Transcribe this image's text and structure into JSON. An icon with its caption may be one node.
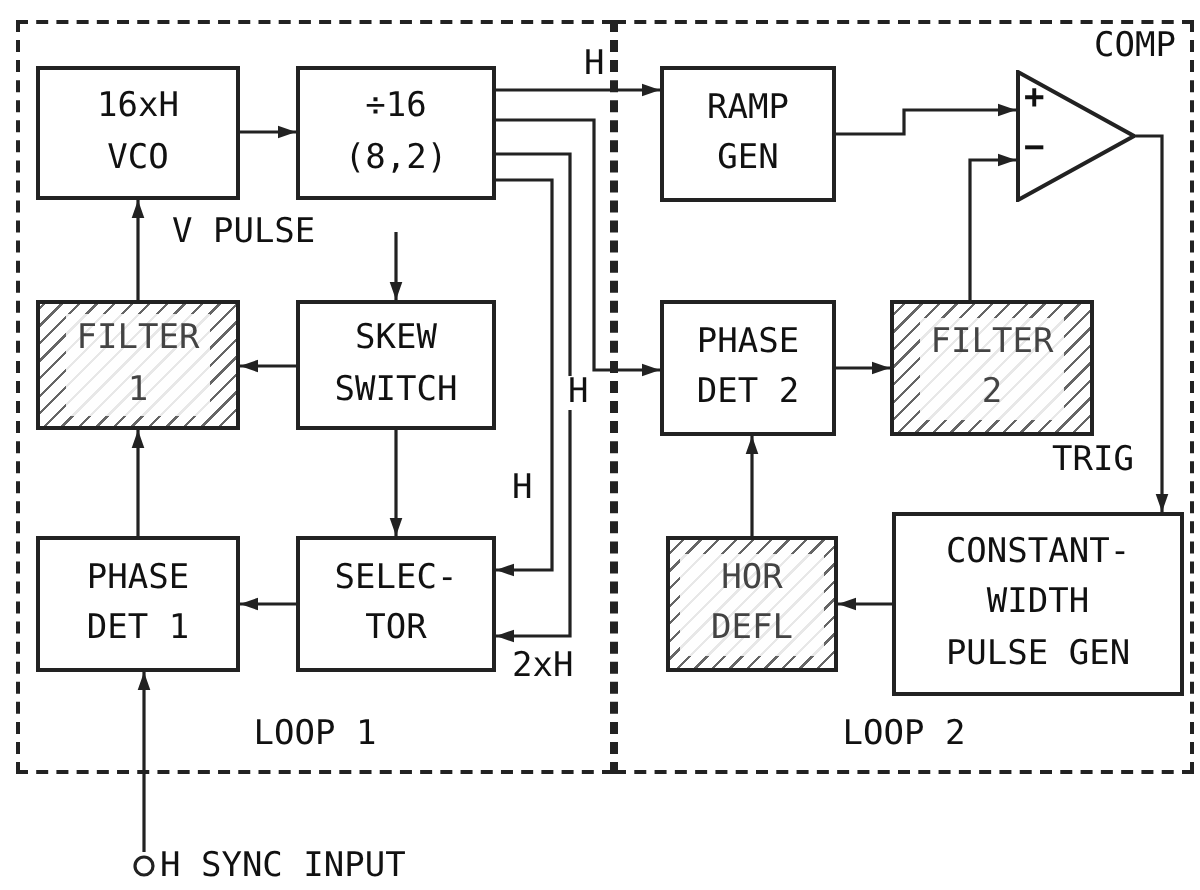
{
  "diagram": {
    "nodes": [
      {
        "text": [
          "LOOP 1"
        ]
      },
      {
        "text": [
          "LOOP 2"
        ]
      },
      {
        "text": [
          "16xH VCO"
        ],
        "in": 0
      },
      {
        "text": [
          "÷16 (8,2)"
        ],
        "in": 0
      },
      {
        "text": [
          "FILTER 1"
        ],
        "in": 0
      },
      {
        "text": [
          "SKEW SWITCH"
        ],
        "in": 0
      },
      {
        "text": [
          "PHASE DET 1"
        ],
        "in": 0
      },
      {
        "text": [
          "SELEC- TOR"
        ],
        "in": 0
      },
      {
        "text": [
          "RAMP GEN"
        ],
        "in": 1
      },
      {
        "text": [
          "COMP"
        ],
        "in": 1
      },
      {
        "text": [
          "PHASE DET 2"
        ],
        "in": 1
      },
      {
        "text": [
          "FILTER 2"
        ],
        "in": 1
      },
      {
        "text": [
          "HOR DEFL"
        ],
        "in": 1
      },
      {
        "text": [
          "CONSTANT- WIDTH PULSE GEN"
        ],
        "in": 1
      },
      {
        "text": [
          "H SYNC INPUT"
        ]
      }
    ],
    "edges": [
      {
        "from": 2,
        "to": 3,
        "arrow": "to"
      },
      {
        "from": 3,
        "to": 8,
        "arrow": "to",
        "label": "H"
      },
      {
        "from": 3,
        "to": 10,
        "arrow": "to",
        "label": "H"
      },
      {
        "from": 3,
        "to": 7,
        "arrow": "to",
        "label": "H"
      },
      {
        "from": 3,
        "to": 7,
        "arrow": "to",
        "label": "2xH"
      },
      {
        "from": null,
        "to": 5,
        "arrow": "to",
        "label": "V PULSE"
      },
      {
        "from": 5,
        "to": 4,
        "arrow": "to"
      },
      {
        "from": 4,
        "to": 2,
        "arrow": "to"
      },
      {
        "from": 5,
        "to": 7,
        "arrow": "to"
      },
      {
        "from": 7,
        "to": 6,
        "arrow": "to"
      },
      {
        "from": 6,
        "to": 4,
        "arrow": "to"
      },
      {
        "from": 14,
        "to": 6,
        "arrow": "to"
      },
      {
        "from": 8,
        "to": 9,
        "arrow": "to"
      },
      {
        "from": 11,
        "to": 9,
        "arrow": "to"
      },
      {
        "from": 10,
        "to": 11,
        "arrow": "to"
      },
      {
        "from": 9,
        "to": 13,
        "arrow": "to",
        "label": "TRIG"
      },
      {
        "from": 13,
        "to": 12,
        "arrow": "to"
      },
      {
        "from": 12,
        "to": 10,
        "arrow": "to"
      }
    ],
    "labels": [
      "+",
      "−"
    ]
  }
}
